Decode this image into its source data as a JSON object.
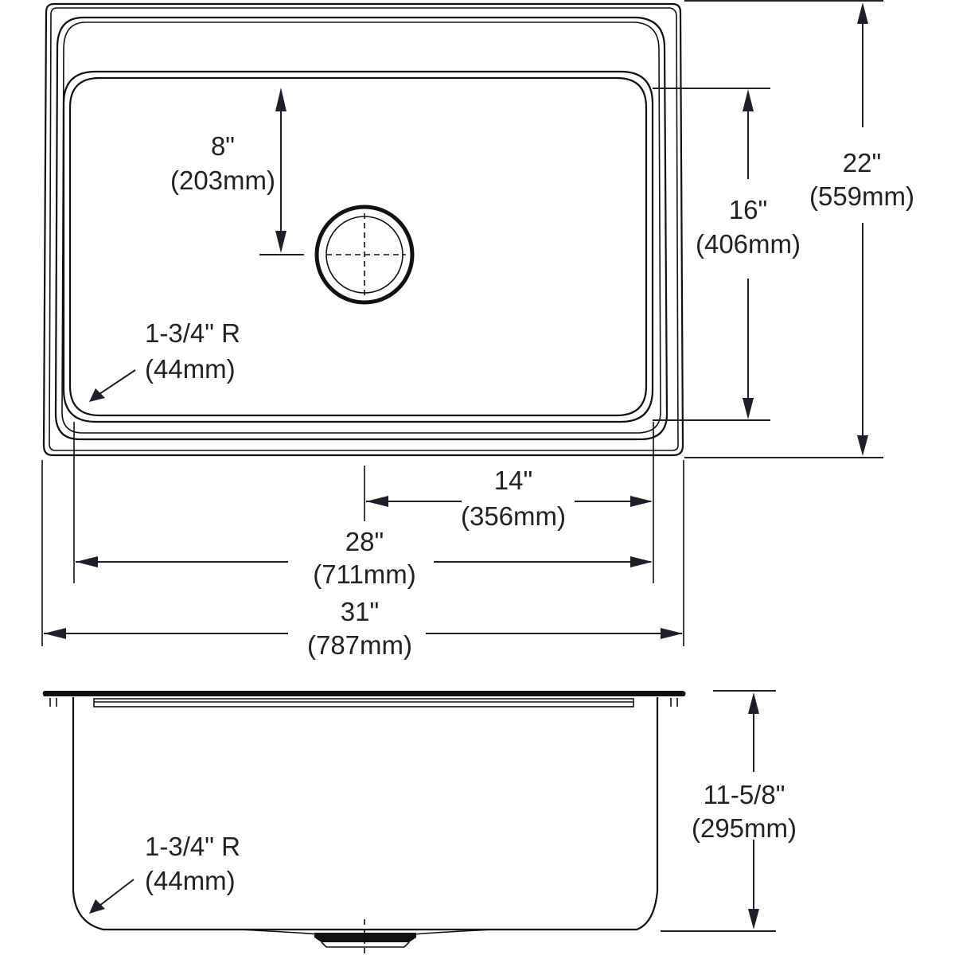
{
  "drawing": {
    "title": "Single bowl drop-in sink dimension drawing",
    "colors": {
      "line": "#111111",
      "dimension": "#1f1f2a",
      "text": "#222222",
      "background": "#ffffff"
    },
    "top_view": {
      "drain_offset": {
        "imperial": "8\"",
        "metric": "(203mm)"
      },
      "bowl_front_to_back": {
        "imperial": "16\"",
        "metric": "(406mm)"
      },
      "overall_front_to_back": {
        "imperial": "22\"",
        "metric": "(559mm)"
      },
      "corner_radius": {
        "imperial": "1-3/4\" R",
        "metric": "(44mm)"
      },
      "drain_to_bowl_edge": {
        "imperial": "14\"",
        "metric": "(356mm)"
      },
      "bowl_left_to_right": {
        "imperial": "28\"",
        "metric": "(711mm)"
      },
      "overall_left_to_right": {
        "imperial": "31\"",
        "metric": "(787mm)"
      }
    },
    "side_view": {
      "bowl_depth": {
        "imperial": "11-5/8\"",
        "metric": "(295mm)"
      },
      "corner_radius": {
        "imperial": "1-3/4\" R",
        "metric": "(44mm)"
      }
    }
  }
}
